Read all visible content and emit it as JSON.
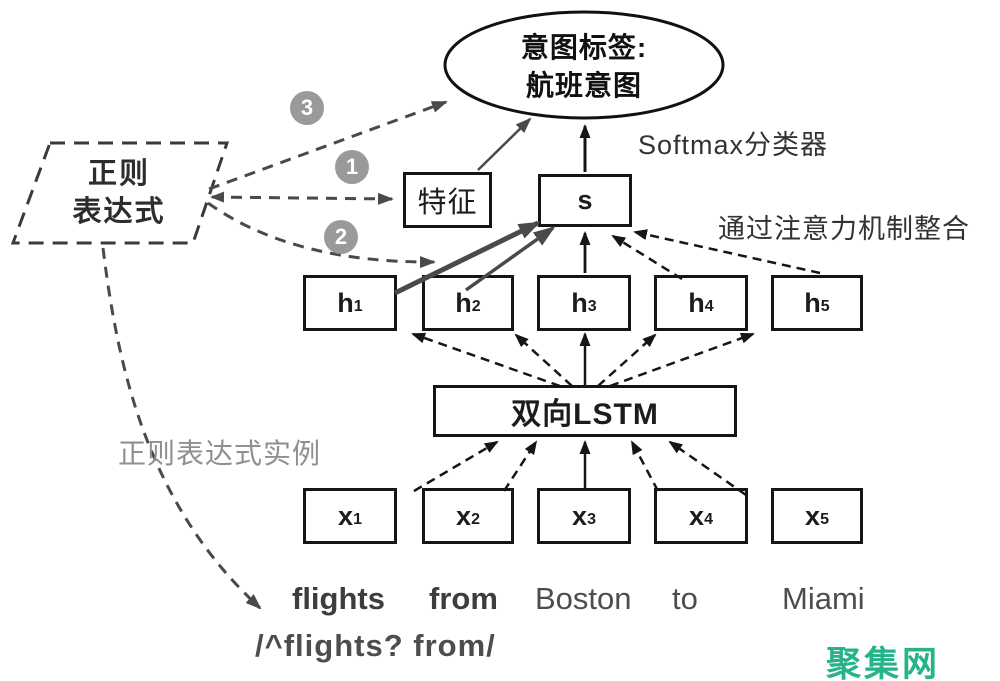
{
  "nodes": {
    "intent": {
      "line1": "意图标签:",
      "line2": "航班意图"
    },
    "feature": "特征",
    "context": "s",
    "lstm": "双向LSTM",
    "regex": {
      "line1": "正则",
      "line2": "表达式"
    },
    "h": [
      {
        "base": "h",
        "sub": "1"
      },
      {
        "base": "h",
        "sub": "2"
      },
      {
        "base": "h",
        "sub": "3"
      },
      {
        "base": "h",
        "sub": "4"
      },
      {
        "base": "h",
        "sub": "5"
      }
    ],
    "x": [
      {
        "base": "x",
        "sub": "1"
      },
      {
        "base": "x",
        "sub": "2"
      },
      {
        "base": "x",
        "sub": "3"
      },
      {
        "base": "x",
        "sub": "4"
      },
      {
        "base": "x",
        "sub": "5"
      }
    ]
  },
  "labels": {
    "softmax": "Softmax分类器",
    "attention": "通过注意力机制整合",
    "regex_instance": "正则表达式实例"
  },
  "steps": [
    {
      "label": "3"
    },
    {
      "label": "1"
    },
    {
      "label": "2"
    }
  ],
  "sentence": {
    "words": [
      "flights",
      "from",
      "Boston",
      "to",
      "Miami"
    ]
  },
  "regex_pattern": "/^flights? from/",
  "watermark": "聚集网",
  "colors": {
    "line_black": "#151515",
    "regex_arrow_gray": "#4a4a4a",
    "step_circle_gray": "#9a9a9a",
    "muted_label_gray": "#8f8f8f",
    "watermark_green": "#26b38a"
  }
}
